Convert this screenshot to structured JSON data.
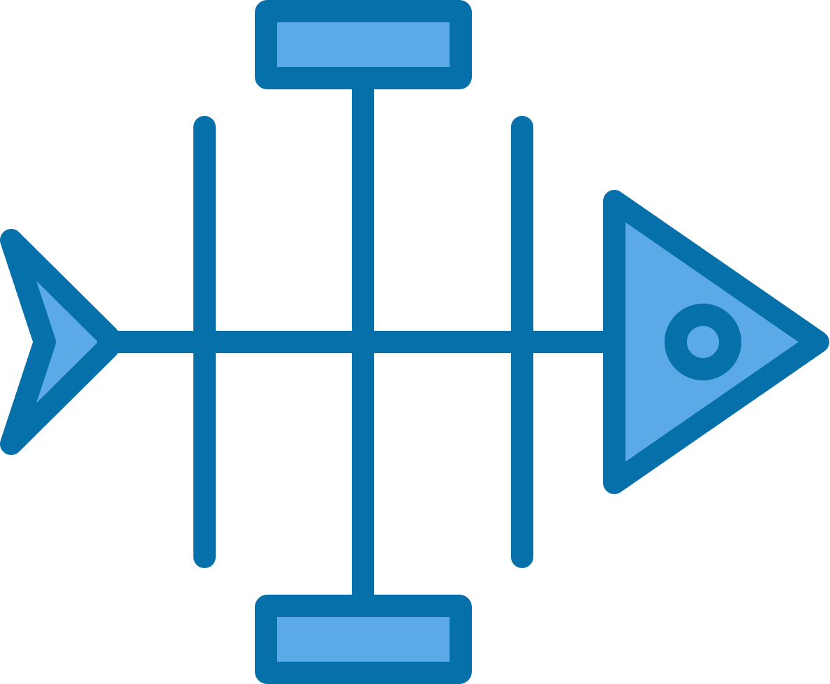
{
  "diagram": {
    "type": "fishbone",
    "icon": "fishbone-diagram-icon",
    "colors": {
      "stroke": "#0570AA",
      "fill": "#5BA9E6",
      "background": "#FFFFFF"
    },
    "parts": [
      {
        "name": "fish-tail",
        "shape": "chevron"
      },
      {
        "name": "fish-spine",
        "shape": "line"
      },
      {
        "name": "fish-head",
        "shape": "triangle"
      },
      {
        "name": "fish-eye",
        "shape": "ring"
      },
      {
        "name": "rib-left",
        "shape": "line"
      },
      {
        "name": "rib-center",
        "shape": "line"
      },
      {
        "name": "rib-right",
        "shape": "line"
      },
      {
        "name": "category-box-top",
        "shape": "rectangle"
      },
      {
        "name": "category-box-bottom",
        "shape": "rectangle"
      }
    ]
  }
}
